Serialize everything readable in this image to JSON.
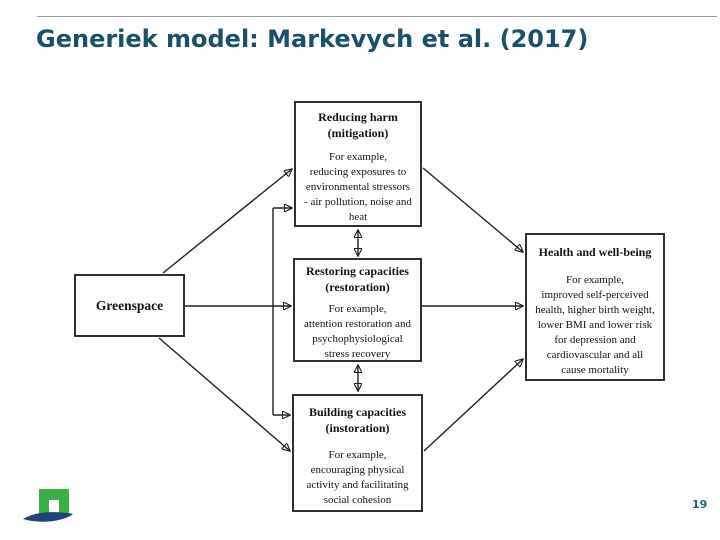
{
  "slide": {
    "title": "Generiek model: Markevych et al. (2017)",
    "page_number": "19"
  },
  "colors": {
    "title_text": "#1a506a",
    "top_rule": "#9aa0a4",
    "box_border": "#2f2f2f",
    "arrow": "#222222",
    "logo_green": "#3fae49",
    "logo_navy": "#1d4474"
  },
  "diagram": {
    "greenspace": {
      "label": "Greenspace"
    },
    "reducing_harm": {
      "title": [
        "Reducing harm",
        "(mitigation)"
      ],
      "body": [
        "For example,",
        "reducing exposures to",
        "environmental stressors",
        "- air pollution, noise and",
        "heat"
      ]
    },
    "restoring": {
      "title": [
        "Restoring capacities",
        "(restoration)"
      ],
      "body": [
        "For example,",
        "attention restoration and",
        "psychophysiological",
        "stress recovery"
      ]
    },
    "building": {
      "title": [
        "Building capacities",
        "(instoration)"
      ],
      "body": [
        "For example,",
        "encouraging physical",
        "activity and facilitating",
        "social cohesion"
      ]
    },
    "health": {
      "title": [
        "Health and well-being"
      ],
      "body": [
        "For example,",
        "improved self-perceived",
        "health, higher birth weight,",
        "lower BMI and lower risk",
        "for depression and",
        "cardiovascular and all",
        "cause mortality"
      ]
    },
    "edges": [
      "greenspace -> reducing_harm",
      "greenspace -> restoring",
      "greenspace -> building",
      "reducing_harm -> health",
      "restoring -> health",
      "building -> health",
      "reducing_harm <-> restoring",
      "restoring <-> building",
      "reducing_harm <-> building (left side bracket)"
    ]
  },
  "footer": {
    "logo": "green-gate-over-blue-wave-logo"
  }
}
